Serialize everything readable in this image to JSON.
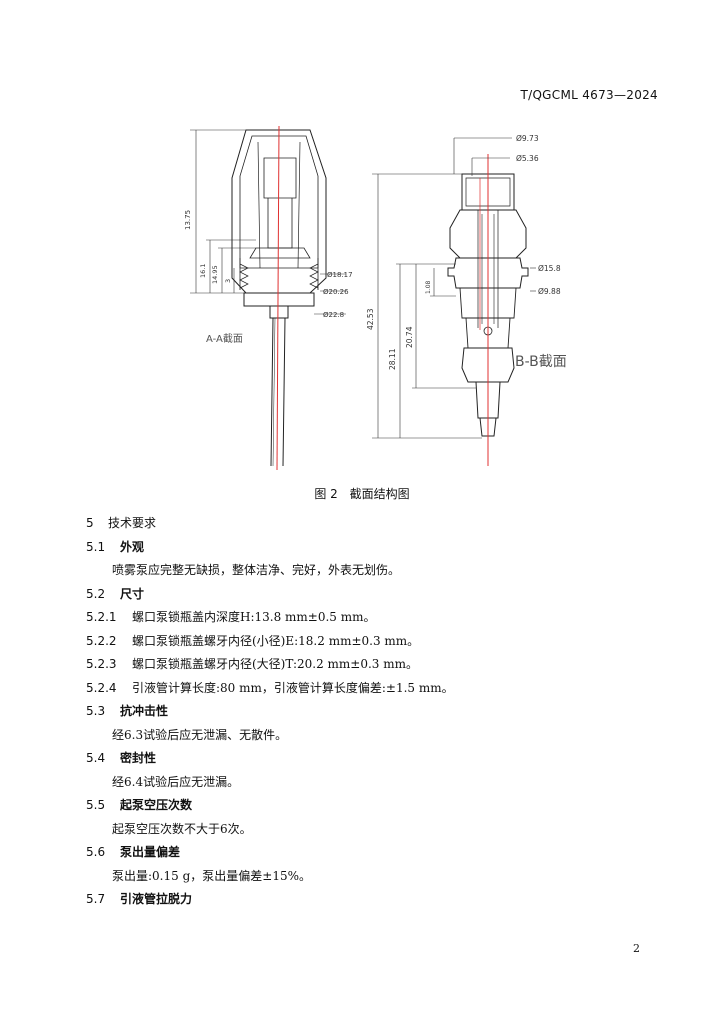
{
  "header": {
    "standard_code": "T/QGCML 4673—2024"
  },
  "figure": {
    "left_view_label": "A-A截面",
    "right_view_label": "B-B截面",
    "left_dims": {
      "total_height": "13.75",
      "d1": "16.1",
      "d2": "14.95",
      "d3": "3",
      "dia1": "Ø18.17",
      "dia2": "Ø20.26",
      "dia3": "Ø22.8"
    },
    "right_dims": {
      "dia_top1": "Ø9.73",
      "dia_top2": "Ø5.36",
      "dia_mid1": "Ø15.8",
      "dia_mid2": "Ø9.88",
      "h_total": "42.53",
      "h_a": "28.11",
      "h_b": "20.74",
      "h_c": "1.08"
    },
    "caption_number": "图 2",
    "caption_title": "截面结构图"
  },
  "sections": [
    {
      "num": "5",
      "text": "技术要求",
      "level": 1
    },
    {
      "num": "5.1",
      "text": "外观",
      "level": 2
    },
    {
      "text": "喷雾泵应完整无缺损，整体洁净、完好，外表无划伤。",
      "level": 0
    },
    {
      "num": "5.2",
      "text": "尺寸",
      "level": 2
    },
    {
      "num": "5.2.1",
      "text": "螺口泵锁瓶盖内深度H:13.8 mm±0.5 mm。",
      "level": 3
    },
    {
      "num": "5.2.2",
      "text": "螺口泵锁瓶盖螺牙内径(小径)E:18.2 mm±0.3 mm。",
      "level": 3
    },
    {
      "num": "5.2.3",
      "text": "螺口泵锁瓶盖螺牙内径(大径)T:20.2 mm±0.3 mm。",
      "level": 3
    },
    {
      "num": "5.2.4",
      "text": "引液管计算长度:80 mm，引液管计算长度偏差:±1.5 mm。",
      "level": 3
    },
    {
      "num": "5.3",
      "text": "抗冲击性",
      "level": 2
    },
    {
      "text": "经6.3试验后应无泄漏、无散件。",
      "level": 0
    },
    {
      "num": "5.4",
      "text": "密封性",
      "level": 2
    },
    {
      "text": "经6.4试验后应无泄漏。",
      "level": 0
    },
    {
      "num": "5.5",
      "text": "起泵空压次数",
      "level": 2
    },
    {
      "text": "起泵空压次数不大于6次。",
      "level": 0
    },
    {
      "num": "5.6",
      "text": "泵出量偏差",
      "level": 2
    },
    {
      "text": "泵出量:0.15 g，泵出量偏差±15%。",
      "level": 0
    },
    {
      "num": "5.7",
      "text": "引液管拉脱力",
      "level": 2
    }
  ],
  "footer": {
    "page_number": "2"
  },
  "colors": {
    "ink": "#111111",
    "centerline": "#e03030",
    "label_gray": "#555555"
  }
}
